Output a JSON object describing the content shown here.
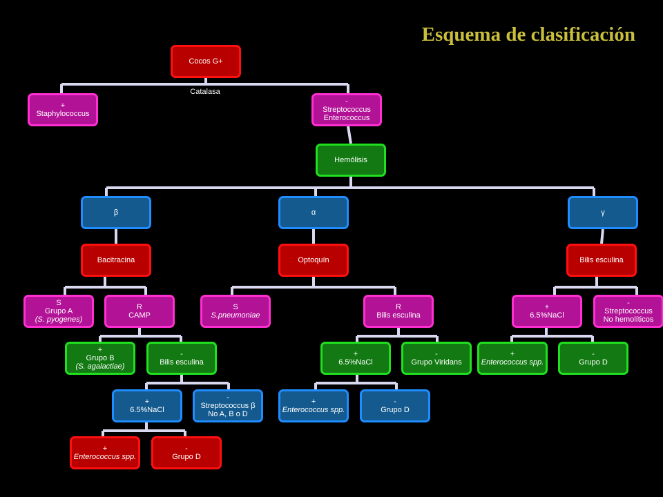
{
  "title": "Esquema de clasificación",
  "catalasa_label": "Catalasa",
  "nodes": {
    "cocos": {
      "lines": [
        "Cocos G+"
      ]
    },
    "staph": {
      "lines": [
        "+",
        "Staphylococcus"
      ]
    },
    "strep_entero": {
      "lines": [
        "-",
        "Streptococcus",
        "Enterococcus"
      ]
    },
    "hemolisis": {
      "lines": [
        "Hemólisis"
      ]
    },
    "beta": {
      "lines": [
        "β"
      ]
    },
    "alpha": {
      "lines": [
        "α"
      ]
    },
    "gamma": {
      "lines": [
        "γ"
      ]
    },
    "bacitracina": {
      "lines": [
        "Bacitracina"
      ]
    },
    "optoquin": {
      "lines": [
        "Optoquín"
      ]
    },
    "bilis_gamma": {
      "lines": [
        "Bilis esculina"
      ]
    },
    "s_grupo_a": {
      "lines": [
        "S",
        "Grupo A",
        "(S. pyogenes)"
      ]
    },
    "r_camp": {
      "lines": [
        "R",
        "CAMP"
      ]
    },
    "s_pneumo": {
      "lines": [
        "S",
        "S.pneumoniae"
      ]
    },
    "r_bilis": {
      "lines": [
        "R",
        "Bilis esculina"
      ]
    },
    "nacl_gamma": {
      "lines": [
        "+",
        "6.5%NaCl"
      ]
    },
    "strep_nohemo": {
      "lines": [
        "-",
        "Streptococcus",
        "No hemolíticos"
      ]
    },
    "grupo_b": {
      "lines": [
        "+",
        "Grupo B",
        "(S. agalactiae)"
      ]
    },
    "bilis_beta": {
      "lines": [
        "-",
        "Bilis esculina"
      ]
    },
    "nacl_alpha": {
      "lines": [
        "+",
        "6.5%NaCl"
      ]
    },
    "viridans": {
      "lines": [
        "-",
        "Grupo Viridans"
      ]
    },
    "entero_gamma": {
      "lines": [
        "+",
        "Enterococcus spp."
      ]
    },
    "grupod_gamma": {
      "lines": [
        "-",
        "Grupo D"
      ]
    },
    "nacl_beta": {
      "lines": [
        "+",
        "6.5%NaCl"
      ]
    },
    "strep_beta_noabd": {
      "lines": [
        "-",
        "Streptococcus β",
        "No A, B o D"
      ]
    },
    "entero_alpha": {
      "lines": [
        "+",
        "Enterococcus spp."
      ]
    },
    "grupod_alpha": {
      "lines": [
        "-",
        "Grupo D"
      ]
    },
    "entero_beta": {
      "lines": [
        "+",
        "Enterococcus spp."
      ]
    },
    "grupod_beta": {
      "lines": [
        "-",
        "Grupo D"
      ]
    }
  },
  "colors": {
    "red": "#b80000",
    "magenta": "#b21296",
    "green": "#137a13",
    "blue": "#145a8e",
    "title": "#c9bf3c",
    "connector": "#d8d8f0"
  }
}
